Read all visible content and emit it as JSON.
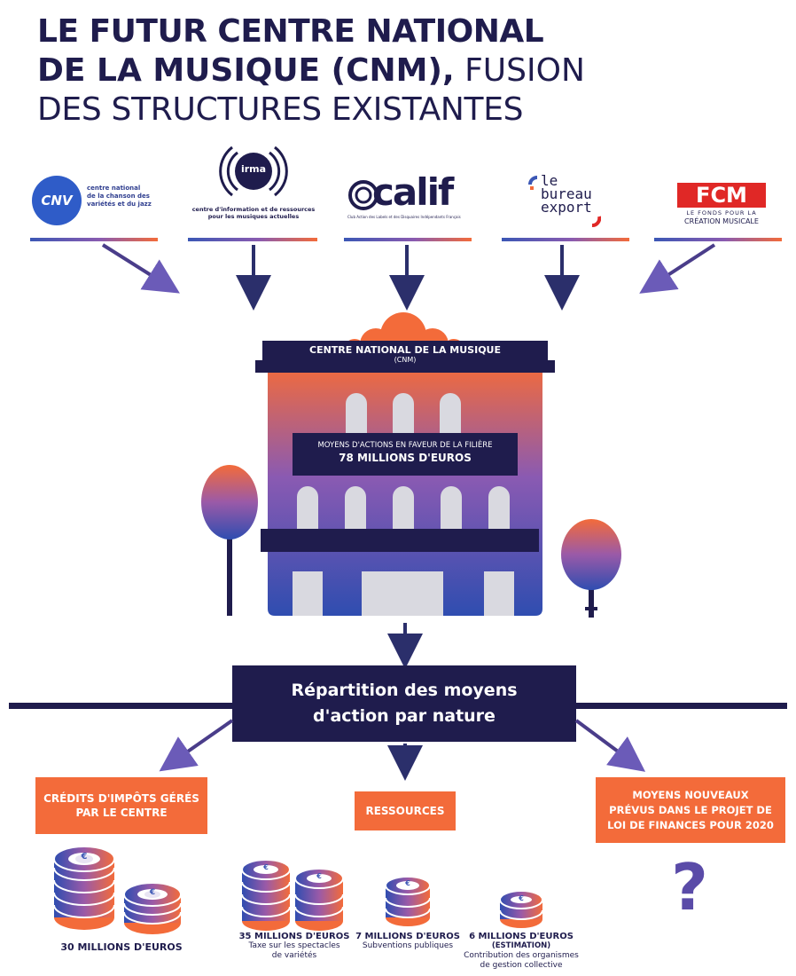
{
  "title": {
    "line1": "LE FUTUR CENTRE NATIONAL",
    "line2_bold": "DE LA MUSIQUE (CNM),",
    "line2_light": " FUSION",
    "line3": "DES STRUCTURES EXISTANTES"
  },
  "logos": {
    "cnv": {
      "mark": "CNV",
      "text": [
        "centre national",
        "de la chanson des",
        "variétés et du jazz"
      ]
    },
    "irma": {
      "mark": "irma",
      "text": [
        "centre d'information et de ressources",
        "pour les musiques actuelles"
      ]
    },
    "calif": {
      "mark": "calif",
      "text": "Club Action des Labels et des Disquaires Indépendants Français"
    },
    "bureau_export": {
      "line1": "le",
      "line2": "bureau",
      "line3": "export"
    },
    "fcm": {
      "mark": "FCM",
      "line1": "LE FONDS POUR LA",
      "line2": "CRÉATION MUSICALE"
    }
  },
  "centre": {
    "name": "CENTRE NATIONAL DE LA MUSIQUE",
    "abbr": "(CNM)",
    "means_label": "MOYENS D'ACTIONS EN FAVEUR DE LA FILIÈRE",
    "means_value": "78 MILLIONS D'EUROS"
  },
  "repartition": {
    "line1": "Répartition des moyens",
    "line2": "d'action par nature"
  },
  "categories": {
    "credits": {
      "line1": "CRÉDITS D'IMPÔTS GÉRÉS",
      "line2": "PAR LE CENTRE"
    },
    "ressources": "RESSOURCES",
    "nouveaux": {
      "line1": "MOYENS NOUVEAUX",
      "line2": "PRÉVUS DANS LE PROJET DE",
      "line3": "LOI DE FINANCES POUR 2020"
    }
  },
  "amounts": {
    "credits": {
      "value": "30 MILLIONS D'EUROS"
    },
    "taxe": {
      "value": "35 MILLIONS D'EUROS",
      "line1": "Taxe sur les spectacles",
      "line2": "de variétés"
    },
    "subventions": {
      "value": "7 MILLIONS D'EUROS",
      "line1": "Subventions publiques"
    },
    "contribution": {
      "value": "6 MILLIONS D'EUROS",
      "value2": "(ESTIMATION)",
      "line1": "Contribution des organismes",
      "line2": "de gestion collective"
    }
  },
  "question_mark": "?",
  "coin_symbol": "€",
  "colors": {
    "navy": "#1f1c4d",
    "orange": "#f36b3a",
    "purple": "#6b5bb8",
    "blue": "#3b57b5",
    "fcm_red": "#e02826",
    "cnv_blue": "#2f5cc8"
  }
}
